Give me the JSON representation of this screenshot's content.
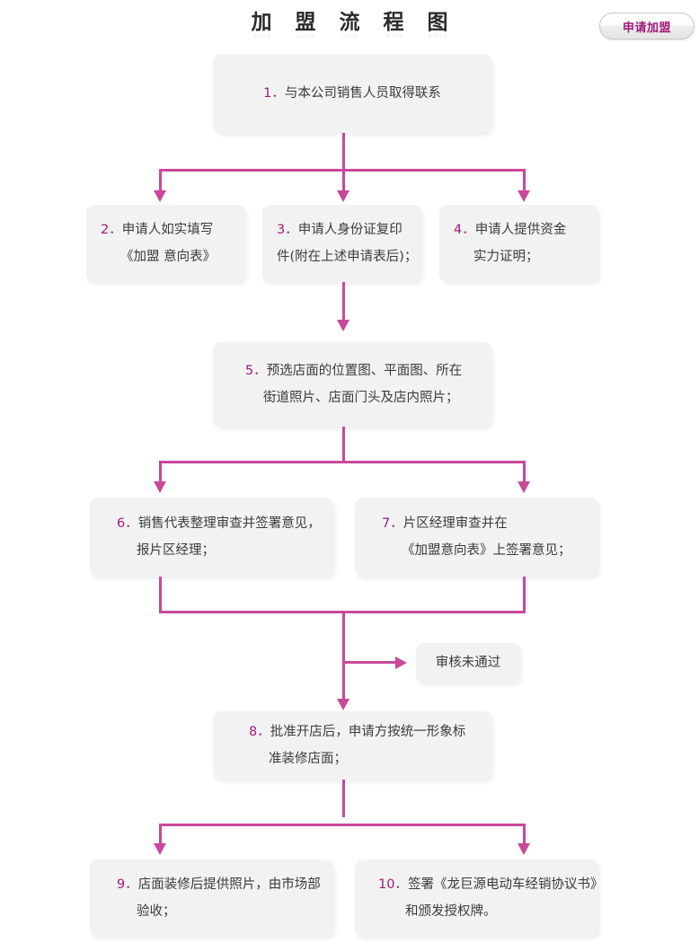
{
  "header": {
    "title": "加 盟 流 程 图",
    "apply_button_label": "申请加盟"
  },
  "theme": {
    "connector_color": "#c8489a",
    "number_color": "#a21a7a",
    "node_background": "#f2f2f2",
    "text_color": "#3b3b3b",
    "page_background": "#ffffff"
  },
  "nodes": [
    {
      "id": "step-1",
      "number": "1．",
      "lines": [
        "与本公司销售人员取得联系"
      ],
      "align": "center"
    },
    {
      "id": "step-2",
      "number": "2．",
      "lines": [
        "申请人如实填写",
        "《加盟 意向表》"
      ],
      "align": "left"
    },
    {
      "id": "step-3",
      "number": "3．",
      "lines": [
        "申请人身份证复印",
        "件(附在上述申请表后)；"
      ],
      "align": "left"
    },
    {
      "id": "step-4",
      "number": "4．",
      "lines": [
        "申请人提供资金",
        "实力证明；"
      ],
      "align": "left"
    },
    {
      "id": "step-5",
      "number": "5．",
      "lines": [
        "预选店面的位置图、平面图、所在",
        "街道照片、店面门头及店内照片；"
      ],
      "align": "left"
    },
    {
      "id": "step-6",
      "number": "6．",
      "lines": [
        "销售代表整理审查并签署意见，",
        "报片区经理；"
      ],
      "align": "left"
    },
    {
      "id": "step-7",
      "number": "7．",
      "lines": [
        "片区经理审查并在",
        "《加盟意向表》上签署意见；"
      ],
      "align": "left"
    },
    {
      "id": "step-reject",
      "number": "",
      "lines": [
        "审核未通过"
      ],
      "align": "center"
    },
    {
      "id": "step-8",
      "number": "8．",
      "lines": [
        "批准开店后，申请方按统一形象标",
        "准装修店面；"
      ],
      "align": "left"
    },
    {
      "id": "step-9",
      "number": "9．",
      "lines": [
        "店面装修后提供照片，由市场部",
        "验收；"
      ],
      "align": "left"
    },
    {
      "id": "step-10",
      "number": "10．",
      "lines": [
        "签署《龙巨源电动车经销协议书》",
        "和颁发授权牌。"
      ],
      "align": "left"
    }
  ]
}
